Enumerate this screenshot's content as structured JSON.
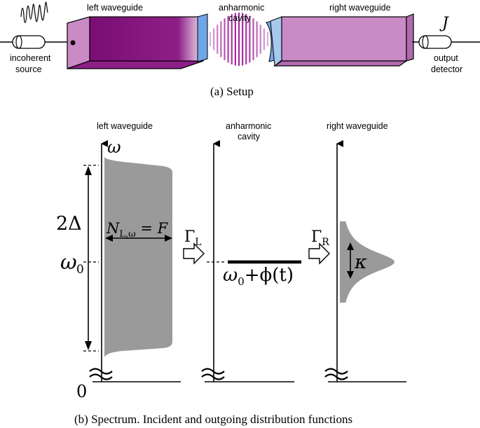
{
  "setup": {
    "left_waveguide": "left waveguide",
    "cavity_line1": "anharmonic",
    "cavity_line2": "cavity",
    "right_waveguide": "right waveguide",
    "source_line1": "incoherent",
    "source_line2": "source",
    "current_symbol": "J",
    "detector_line1": "output",
    "detector_line2": "detector",
    "caption": "(a)  Setup"
  },
  "spectrum": {
    "left_title": "left waveguide",
    "cavity_title_line1": "anharmonic",
    "cavity_title_line2": "cavity",
    "right_title": "right waveguide",
    "omega_axis": "ω",
    "two_delta": "2Δ",
    "omega0": "ω",
    "omega0_sub": "0",
    "zero": "0",
    "n_label_N": "N",
    "n_label_sub": "L,ω",
    "n_label_eq": " = ",
    "n_label_F": "F",
    "gamma_L": "Γ",
    "gamma_L_sub": "L",
    "gamma_R": "Γ",
    "gamma_R_sub": "R",
    "cavity_level_omega": "ω",
    "cavity_level_sub": "0",
    "cavity_level_rest": "+ϕ(t)",
    "kappa": "κ",
    "caption": "(b)  Spectrum. Incident and outgoing distribution functions"
  },
  "colors": {
    "waveguide_dark": "#7a0d74",
    "waveguide_light": "#c98ac6",
    "mirror": "#6fa6e8",
    "distribution_fill": "#9a9a9a"
  }
}
